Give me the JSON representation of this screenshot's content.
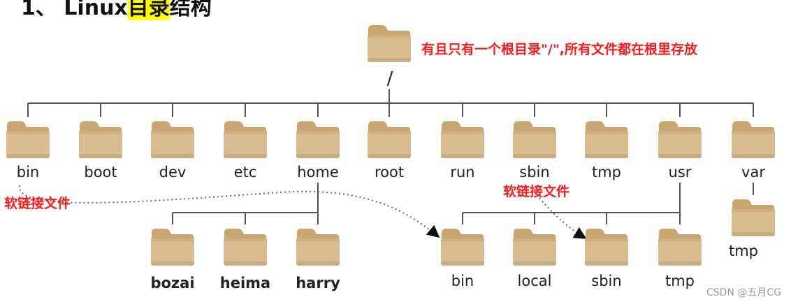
{
  "heading": {
    "prefix": "1、 Linux",
    "highlight": "目录",
    "suffix": "结构"
  },
  "root": {
    "label": "/",
    "note": "有且只有一个根目录\"/\",所有文件都在根里存放"
  },
  "top_level": [
    "bin",
    "boot",
    "dev",
    "etc",
    "home",
    "root",
    "run",
    "sbin",
    "tmp",
    "usr",
    "var"
  ],
  "home_children": [
    "bozai",
    "heima",
    "harry"
  ],
  "usr_children": [
    "bin",
    "local",
    "sbin",
    "tmp"
  ],
  "var_children": [
    "tmp"
  ],
  "symlink_labels": {
    "bin": "软链接文件",
    "sbin": "软链接文件"
  },
  "watermark": "CSDN @五月CG",
  "colors": {
    "folder": "#d9bd91",
    "folder_tab": "#c9a672",
    "connector": "#555555",
    "note": "#ff1a1a",
    "highlight": "#ffff00"
  }
}
